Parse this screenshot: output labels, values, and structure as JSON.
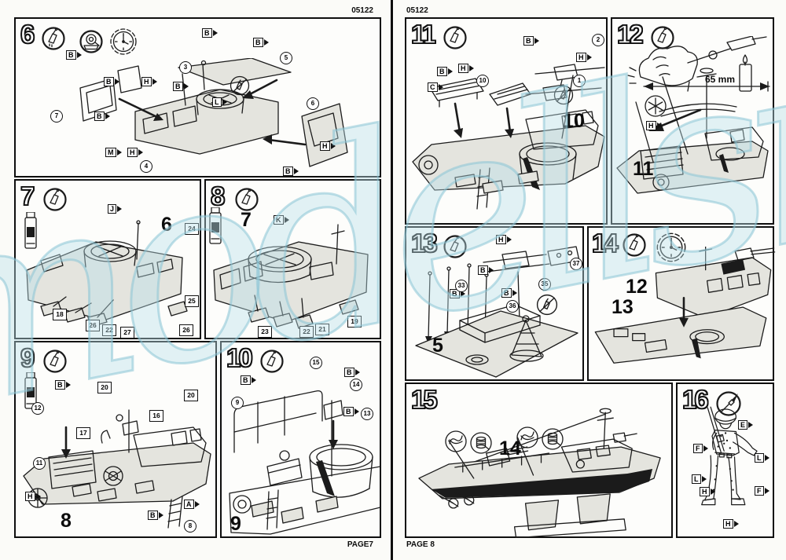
{
  "watermark": {
    "text": "modellsnet"
  },
  "p7": {
    "code": "05122",
    "footer": "PAGE7",
    "s6": {
      "n": "6",
      "icons": [
        "glue-bottle",
        "masking-tape",
        "clock",
        "no-glue"
      ],
      "flags": [
        "B",
        "B",
        "B",
        "B",
        "B",
        "B",
        "L",
        "H",
        "M",
        "H",
        "H",
        "B"
      ],
      "circles": [
        "7",
        "3",
        "5",
        "6",
        "4"
      ]
    },
    "s7": {
      "n": "7",
      "icons": [
        "glue-bottle",
        "paint-bottle"
      ],
      "flags": [
        "J"
      ],
      "squares": [
        "24",
        "18",
        "26",
        "22",
        "27",
        "26",
        "25"
      ],
      "sub": "6"
    },
    "s8": {
      "n": "8",
      "icons": [
        "glue-bottle",
        "paint-bottle"
      ],
      "flags": [
        "K"
      ],
      "squares": [
        "23",
        "22",
        "21",
        "19"
      ],
      "sub": "7"
    },
    "s9": {
      "n": "9",
      "icons": [
        "glue-bottle",
        "paint-bottle"
      ],
      "flags": [
        "B",
        "H",
        "A",
        "B"
      ],
      "circles": [
        "12",
        "11",
        "8"
      ],
      "squares": [
        "20",
        "20",
        "16",
        "17"
      ],
      "sub": "8"
    },
    "s10": {
      "n": "10",
      "icons": [
        "glue-bottle"
      ],
      "flags": [
        "B",
        "B",
        "B"
      ],
      "circles": [
        "15",
        "14",
        "9",
        "13"
      ],
      "sub": "9"
    }
  },
  "p8": {
    "code": "05122",
    "footer": "PAGE 8",
    "s11": {
      "n": "11",
      "icons": [
        "glue-bottle",
        "no-glue"
      ],
      "flags": [
        "B",
        "H",
        "B",
        "H",
        "C"
      ],
      "circles": [
        "2",
        "1",
        "10"
      ],
      "sub": "10"
    },
    "s12": {
      "n": "12",
      "icons": [
        "glue-bottle",
        "asterisk",
        "candle",
        "knife"
      ],
      "flags": [
        "H"
      ],
      "measure": "65 mm",
      "sub": "11"
    },
    "s13": {
      "n": "13",
      "icons": [
        "glue-bottle",
        "no-glue"
      ],
      "flags": [
        "H",
        "B",
        "B",
        "B"
      ],
      "circles": [
        "37",
        "33",
        "35",
        "36"
      ],
      "sub": "5"
    },
    "s14": {
      "n": "14",
      "icons": [
        "glue-bottle",
        "clock"
      ],
      "subs": [
        "12",
        "13"
      ]
    },
    "s15": {
      "n": "15",
      "icons": [
        "knot",
        "thread-spool",
        "knot",
        "thread-spool"
      ],
      "sub": "14"
    },
    "s16": {
      "n": "16",
      "icons": [
        "paint-brush"
      ],
      "flags": [
        "E",
        "F",
        "L",
        "L",
        "H",
        "F",
        "H"
      ]
    }
  }
}
